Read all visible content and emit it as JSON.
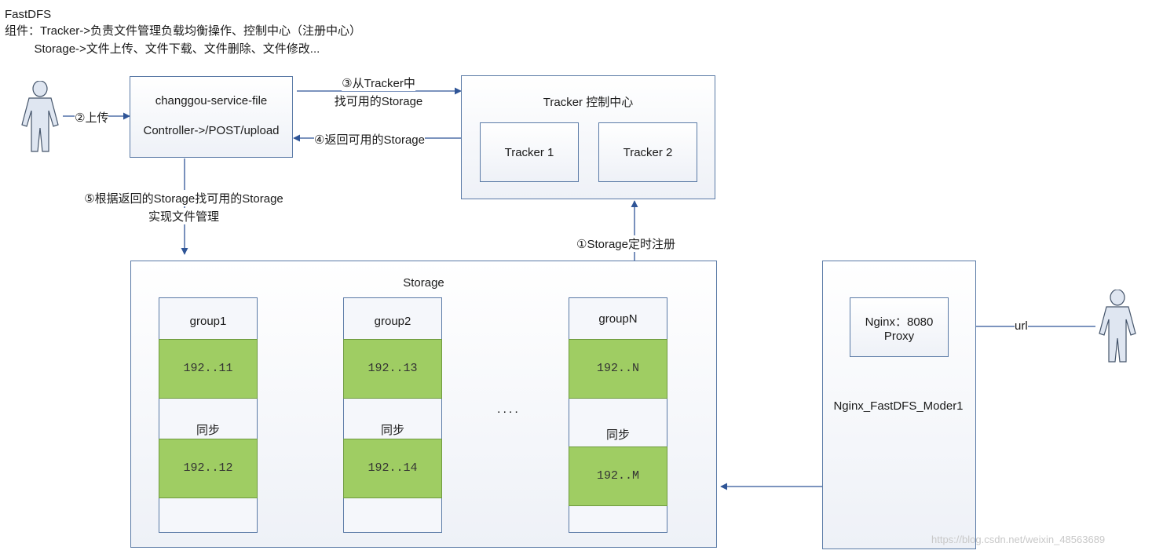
{
  "header": {
    "title": "FastDFS",
    "line1": "组件：Tracker->负责文件管理负载均衡操作、控制中心（注册中心）",
    "line2": "         Storage->文件上传、文件下载、文件删除、文件修改..."
  },
  "service": {
    "name": "changgou-service-file",
    "endpoint": "Controller->/POST/upload"
  },
  "tracker": {
    "title": "Tracker  控制中心",
    "node1": "Tracker  1",
    "node2": "Tracker  2"
  },
  "steps": {
    "upload": "②上传",
    "find_line1": "③从Tracker中",
    "find_line2": "找可用的Storage",
    "return": "④返回可用的Storage",
    "manage_line1": "⑤根据返回的Storage找可用的Storage",
    "manage_line2": "实现文件管理",
    "register": "①Storage定时注册"
  },
  "storage": {
    "title": "Storage",
    "ellipsis": "....",
    "sync_label": "同步",
    "groups": [
      {
        "name": "group1",
        "ip_a": "192..11",
        "ip_b": "192..12"
      },
      {
        "name": "group2",
        "ip_a": "192..13",
        "ip_b": "192..14"
      },
      {
        "name": "groupN",
        "ip_a": "192..N",
        "ip_b": "192..M"
      }
    ]
  },
  "nginx": {
    "line1": "Nginx：8080",
    "line2": "Proxy",
    "module": "Nginx_FastDFS_Moder1",
    "url_label": "url"
  },
  "watermark": "https://blog.csdn.net/weixin_48563689",
  "colors": {
    "box_border": "#5a7aa6",
    "arrow": "#2f5597",
    "node_fill": "#9fcd63",
    "figure_fill": "#dfe6f1"
  }
}
